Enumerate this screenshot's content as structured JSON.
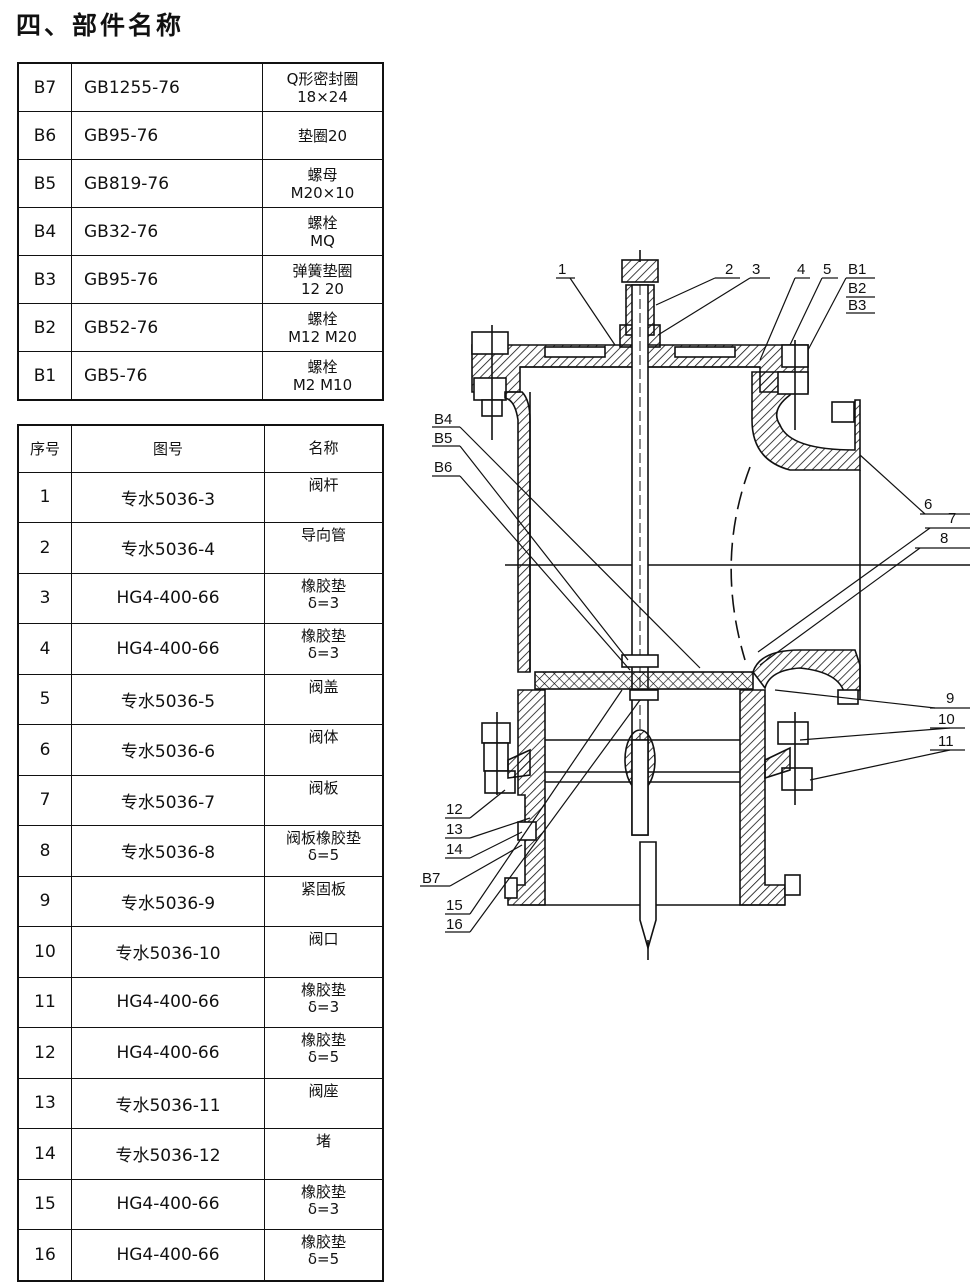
{
  "title": "四、部件名称",
  "standard_parts": [
    {
      "code": "B7",
      "standard": "GB1255-76",
      "name": "Q形密封圈",
      "spec": "18×24"
    },
    {
      "code": "B6",
      "standard": "GB95-76",
      "name": "垫圈20",
      "spec": ""
    },
    {
      "code": "B5",
      "standard": "GB819-76",
      "name": "螺母",
      "spec": "M20×10"
    },
    {
      "code": "B4",
      "standard": "GB32-76",
      "name": "螺栓",
      "spec": "MQ"
    },
    {
      "code": "B3",
      "standard": "GB95-76",
      "name": "弹簧垫圈",
      "spec": "12 20"
    },
    {
      "code": "B2",
      "standard": "GB52-76",
      "name": "螺栓",
      "spec": "M12 M20"
    },
    {
      "code": "B1",
      "standard": "GB5-76",
      "name": "螺栓",
      "spec": "M2 M10"
    }
  ],
  "parts_table": {
    "headers": [
      "序号",
      "图号",
      "名称"
    ],
    "rows": [
      {
        "no": "1",
        "drawing": "专水5036-3",
        "name": "阀杆",
        "spec": ""
      },
      {
        "no": "2",
        "drawing": "专水5036-4",
        "name": "导向管",
        "spec": ""
      },
      {
        "no": "3",
        "drawing": "HG4-400-66",
        "name": "橡胶垫",
        "spec": "δ=3"
      },
      {
        "no": "4",
        "drawing": "HG4-400-66",
        "name": "橡胶垫",
        "spec": "δ=3"
      },
      {
        "no": "5",
        "drawing": "专水5036-5",
        "name": "阀盖",
        "spec": ""
      },
      {
        "no": "6",
        "drawing": "专水5036-6",
        "name": "阀体",
        "spec": ""
      },
      {
        "no": "7",
        "drawing": "专水5036-7",
        "name": "阀板",
        "spec": ""
      },
      {
        "no": "8",
        "drawing": "专水5036-8",
        "name": "阀板橡胶垫",
        "spec": "δ=5"
      },
      {
        "no": "9",
        "drawing": "专水5036-9",
        "name": "紧固板",
        "spec": ""
      },
      {
        "no": "10",
        "drawing": "专水5036-10",
        "name": "阀口",
        "spec": ""
      },
      {
        "no": "11",
        "drawing": "HG4-400-66",
        "name": "橡胶垫",
        "spec": "δ=3"
      },
      {
        "no": "12",
        "drawing": "HG4-400-66",
        "name": "橡胶垫",
        "spec": "δ=5"
      },
      {
        "no": "13",
        "drawing": "专水5036-11",
        "name": "阀座",
        "spec": ""
      },
      {
        "no": "14",
        "drawing": "专水5036-12",
        "name": "堵",
        "spec": ""
      },
      {
        "no": "15",
        "drawing": "HG4-400-66",
        "name": "橡胶垫",
        "spec": "δ=3"
      },
      {
        "no": "16",
        "drawing": "HG4-400-66",
        "name": "橡胶垫",
        "spec": "δ=5"
      }
    ]
  },
  "diagram": {
    "labels": {
      "l1": "1",
      "l2": "2",
      "l3": "3",
      "l4": "4",
      "l5": "5",
      "b1": "B1",
      "b2": "B2",
      "b3": "B3",
      "b4": "B4",
      "b5": "B5",
      "b6": "B6",
      "l6": "6",
      "l7": "7",
      "l8": "8",
      "l9": "9",
      "l10": "10",
      "l11": "11",
      "l12": "12",
      "l13": "13",
      "l14": "14",
      "b7": "B7",
      "l15": "15",
      "l16": "16"
    }
  }
}
